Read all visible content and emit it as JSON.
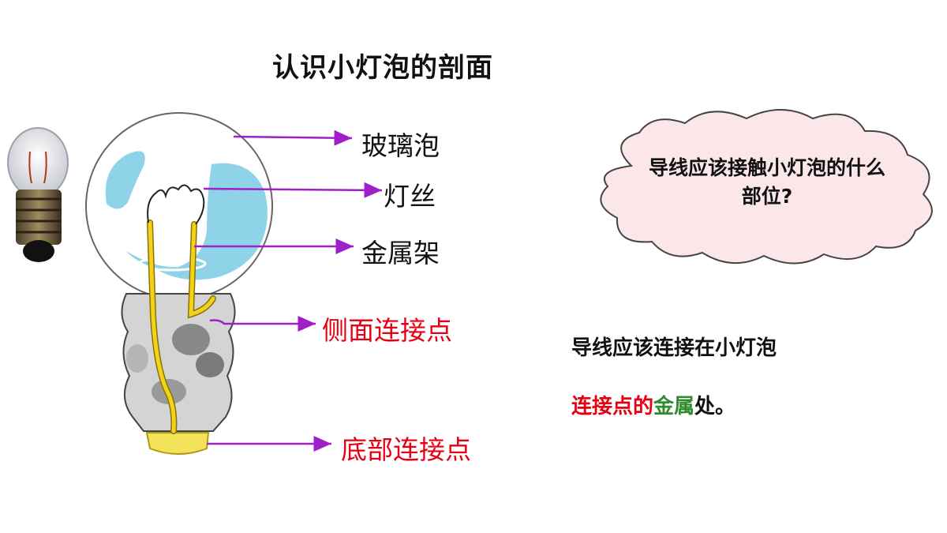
{
  "title": "认识小灯泡的剖面",
  "labels": {
    "glass_bulb": "玻璃泡",
    "filament": "灯丝",
    "metal_frame": "金属架",
    "side_contact": "侧面连接点",
    "bottom_contact": "底部连接点"
  },
  "question": {
    "line1": "导线应该接触小灯泡的什么",
    "line2": "部位?"
  },
  "answer": {
    "line1": "导线应该连接在小灯泡",
    "line2_part1": "连接点的",
    "line2_part2": "金属",
    "line2_part3": "处。"
  },
  "colors": {
    "arrow": "#a020c8",
    "red_text": "#e60012",
    "green_text": "#2e8b2e",
    "cloud_fill": "#fbe7ea",
    "glass_highlight": "#8fd3e8",
    "metal_frame": "#f2d21a",
    "bottom_contact": "#f4e25a"
  }
}
